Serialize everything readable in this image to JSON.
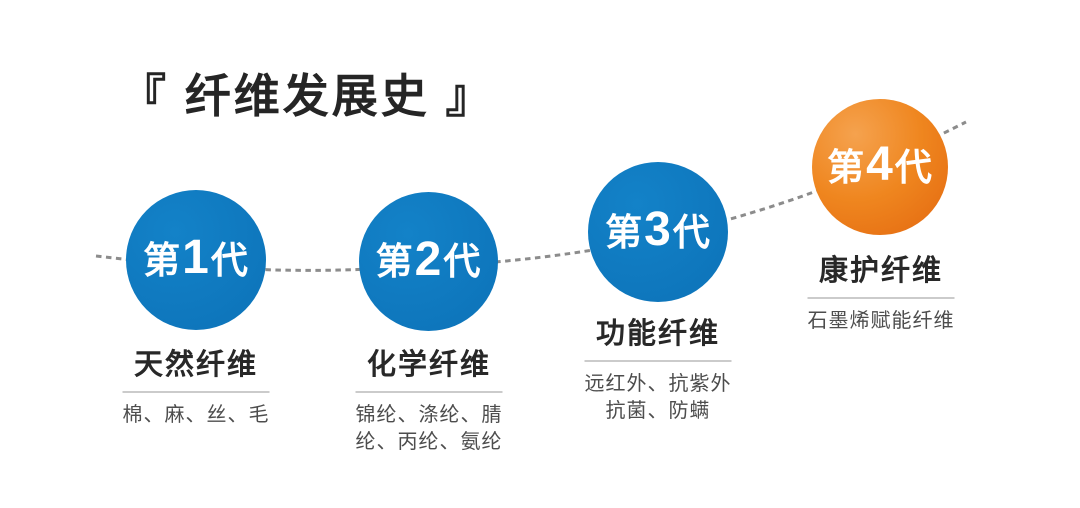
{
  "title": "『 纤维发展史 』",
  "colors": {
    "circle_blue": "#0E76BC",
    "circle_orange_light": "#F5A24E",
    "circle_orange_dark": "#E3670F",
    "dash_line": "#8C8C8C",
    "heading_text": "#282828",
    "detail_text": "#4D4D4D",
    "divider": "#CBCBCB"
  },
  "stages": [
    {
      "badge_prefix": "第",
      "badge_number": "1",
      "badge_suffix": "代",
      "name": "天然纤维",
      "detail": "棉、麻、丝、毛"
    },
    {
      "badge_prefix": "第",
      "badge_number": "2",
      "badge_suffix": "代",
      "name": "化学纤维",
      "detail": "锦纶、涤纶、腈\n纶、丙纶、氨纶"
    },
    {
      "badge_prefix": "第",
      "badge_number": "3",
      "badge_suffix": "代",
      "name": "功能纤维",
      "detail": "远红外、抗紫外\n抗菌、防螨"
    },
    {
      "badge_prefix": "第",
      "badge_number": "4",
      "badge_suffix": "代",
      "name": "康护纤维",
      "detail": "石墨烯赋能纤维"
    }
  ]
}
